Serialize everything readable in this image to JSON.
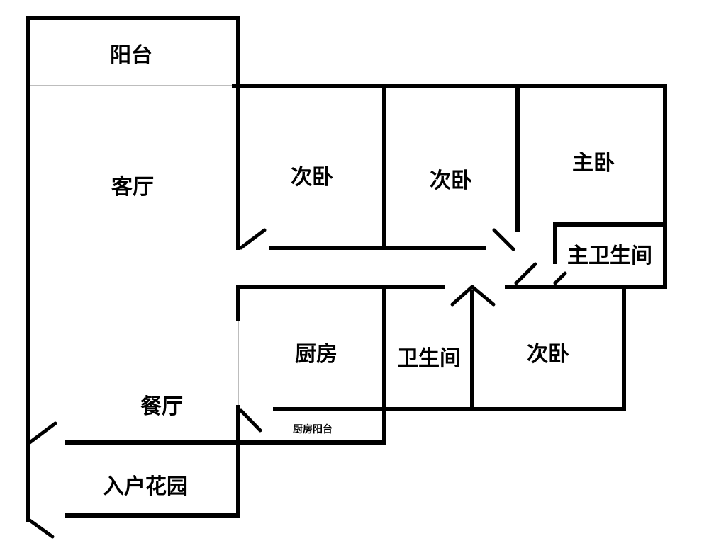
{
  "rooms": {
    "balcony": "阳台",
    "living_room": "客厅",
    "bedroom_1": "次卧",
    "bedroom_2": "次卧",
    "master_bedroom": "主卧",
    "master_bathroom": "主卫生间",
    "kitchen": "厨房",
    "bathroom": "卫生间",
    "bedroom_3": "次卧",
    "dining_room": "餐厅",
    "kitchen_balcony": "厨房阳台",
    "entrance_garden": "入户花园"
  },
  "colors": {
    "wall": "#000000",
    "background": "#ffffff"
  }
}
